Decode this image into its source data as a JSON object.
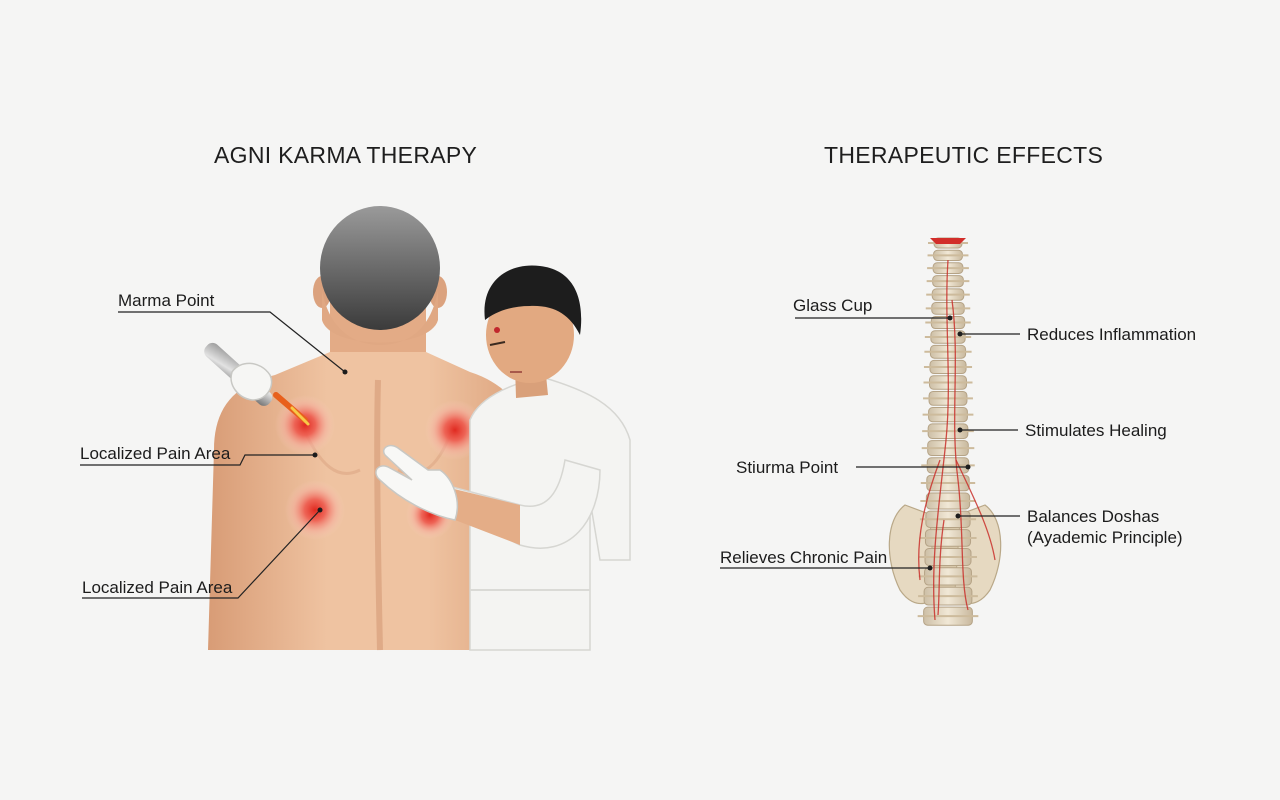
{
  "left_panel": {
    "title": "AGNI KARMA THERAPY",
    "labels": {
      "marma_point": "Marma Point",
      "pain_area_1": "Localized Pain Area",
      "pain_area_2": "Localized Pain Area"
    }
  },
  "right_panel": {
    "title": "THERAPEUTIC EFFECTS",
    "labels": {
      "glass_cup": "Glass Cup",
      "reduces_inflammation": "Reduces Inflammation",
      "stimulates_healing": "Stimulates Healing",
      "stiurma_point": "Stiurma Point",
      "balances_doshas": "Balances Doshas\n(Ayademic Principle)",
      "relieves_chronic_pain": "Relieves Chronic Pain"
    }
  },
  "colors": {
    "background": "#f5f5f4",
    "skin": "#e9b48f",
    "hot_spot": "#e8453c",
    "bone": "#e8dcc6",
    "nerve_red": "#c9302c",
    "garment": "#f4f4f2"
  },
  "icons": [
    "agni-shalaka-tool-icon",
    "glove-hand-icon"
  ]
}
